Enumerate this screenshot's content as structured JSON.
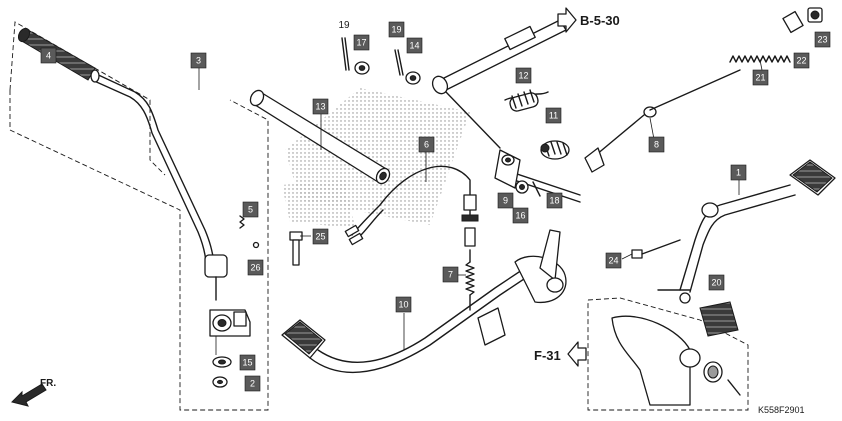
{
  "figure_code": "K558F2901",
  "references": {
    "top": "B-5-30",
    "bottom": "F-31",
    "front": "FR."
  },
  "callouts": [
    "1",
    "2",
    "3",
    "4",
    "5",
    "6",
    "7",
    "8",
    "9",
    "10",
    "11",
    "12",
    "13",
    "14",
    "15",
    "16",
    "17",
    "18",
    "19",
    "19",
    "20",
    "21",
    "22",
    "23",
    "24",
    "25",
    "26"
  ]
}
